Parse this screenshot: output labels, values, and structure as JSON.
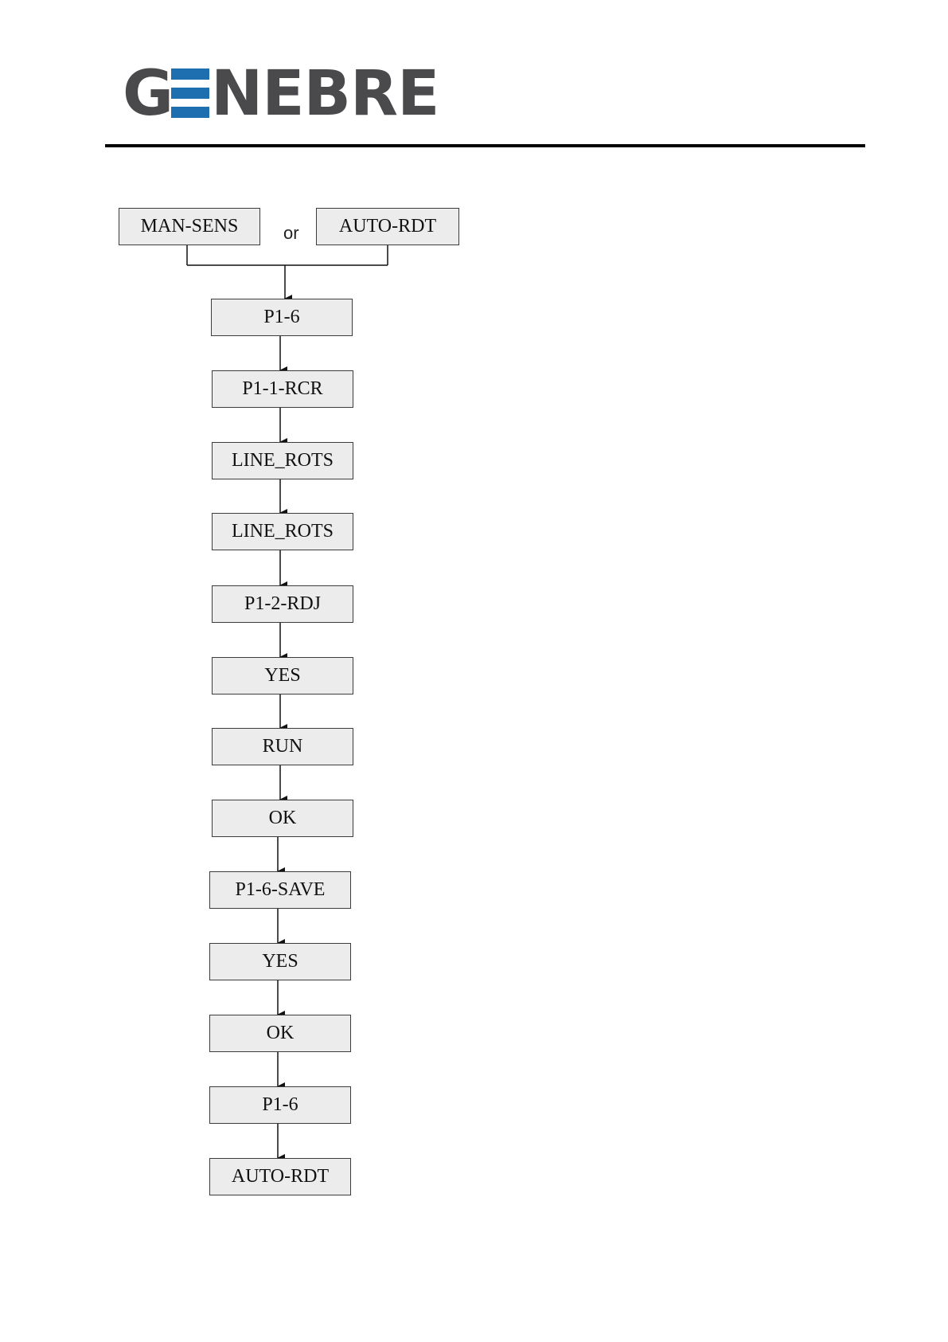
{
  "header": {
    "logo_text": "GENEBRE",
    "logo_first": "G",
    "logo_rest": "NEBRE",
    "logo_colors": {
      "text": "#4a4a4d",
      "bars": "#1e6fb0"
    }
  },
  "flow": {
    "start_left": "MAN-SENS",
    "start_connector": "or",
    "start_right": "AUTO-RDT",
    "steps": [
      "P1-6",
      "P1-1-RCR",
      "LINE_ROTS",
      "LINE_ROTS",
      "P1-2-RDJ",
      "YES",
      "RUN",
      "OK",
      "P1-6-SAVE",
      "YES",
      "OK",
      "P1-6",
      "AUTO-RDT"
    ]
  }
}
